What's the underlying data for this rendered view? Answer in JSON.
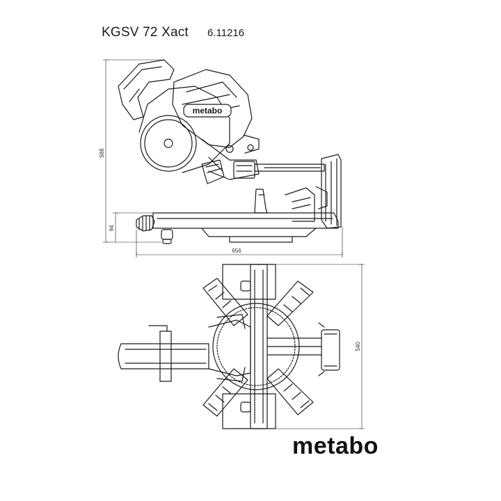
{
  "header": {
    "model": "KGSV 72 Xact",
    "article_number": "6.11216"
  },
  "drawing": {
    "side_view": {
      "dimensions": {
        "height": "588",
        "table_height": "94",
        "length": "656"
      },
      "machine_label": "metabo"
    },
    "top_view": {
      "dimensions": {
        "depth": "540"
      }
    }
  },
  "brand": {
    "logo_text": "metabo",
    "line_color": "#1a1a1a"
  }
}
